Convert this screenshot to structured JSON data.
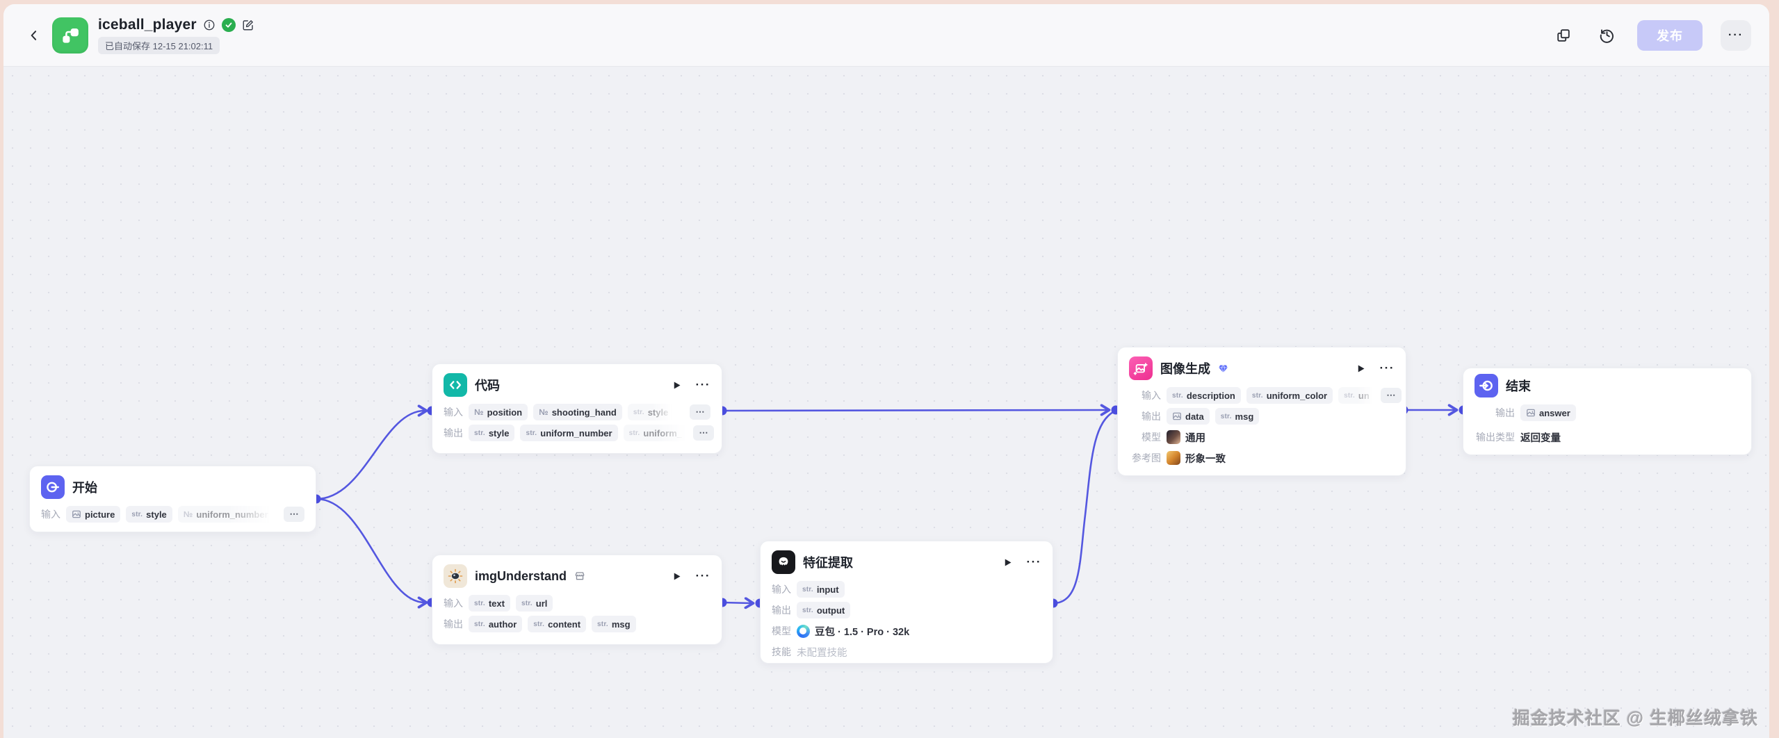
{
  "header": {
    "title": "iceball_player",
    "autosave": "已自动保存 12-15 21:02:11",
    "publish_label": "发布",
    "more_label": "···"
  },
  "watermark": "掘金技术社区 @ 生椰丝绒拿铁",
  "colors": {
    "accent_edge": "#5457e0",
    "port_dot": "#4c4fe1",
    "publish_bg": "#c7c9f8",
    "app_icon_green": "#41c463",
    "verified_green": "#2aae4f",
    "start_end_icon": "#5d63f0",
    "code_icon": "#12b8a8",
    "imagegen_icon": "#ee2f90",
    "feature_icon": "#17181c",
    "canvas_bg": "#f0f1f5",
    "frame_bg": "#f3ded6"
  },
  "icons": {
    "back": "chevron-left",
    "info": "info-circle",
    "verified": "check-circle",
    "edit": "pencil-square",
    "copy": "overlapping-squares",
    "history": "clock-history",
    "play": "play-triangle",
    "node_menu": "ellipsis",
    "gem_badge": "blue-diamond",
    "store_badge": "storefront",
    "image_type": "picture"
  },
  "nodes": [
    {
      "id": "start",
      "title": "开始",
      "rows": [
        {
          "label": "输入",
          "pills": [
            {
              "t": "img",
              "name": "picture"
            },
            {
              "t": "str.",
              "name": "style"
            },
            {
              "t": "№",
              "name": "uniform_number"
            }
          ],
          "more": "⋯"
        }
      ]
    },
    {
      "id": "code",
      "title": "代码",
      "rows": [
        {
          "label": "输入",
          "pills": [
            {
              "t": "№",
              "name": "position"
            },
            {
              "t": "№",
              "name": "shooting_hand"
            },
            {
              "t": "str.",
              "name": "style"
            }
          ],
          "more": "⋯"
        },
        {
          "label": "输出",
          "pills": [
            {
              "t": "str.",
              "name": "style"
            },
            {
              "t": "str.",
              "name": "uniform_number"
            },
            {
              "t": "str.",
              "name": "uniform_"
            }
          ],
          "more": "⋯"
        }
      ]
    },
    {
      "id": "imgUnderstand",
      "title": "imgUnderstand",
      "rows": [
        {
          "label": "输入",
          "pills": [
            {
              "t": "str.",
              "name": "text"
            },
            {
              "t": "str.",
              "name": "url"
            }
          ]
        },
        {
          "label": "输出",
          "pills": [
            {
              "t": "str.",
              "name": "author"
            },
            {
              "t": "str.",
              "name": "content"
            },
            {
              "t": "str.",
              "name": "msg"
            }
          ]
        }
      ]
    },
    {
      "id": "feature",
      "title": "特征提取",
      "rows": [
        {
          "label": "输入",
          "pills": [
            {
              "t": "str.",
              "name": "input"
            }
          ]
        },
        {
          "label": "输出",
          "pills": [
            {
              "t": "str.",
              "name": "output"
            }
          ]
        },
        {
          "label": "模型",
          "text": "豆包 · 1.5 · Pro · 32k"
        },
        {
          "label": "技能",
          "text": "未配置技能"
        }
      ]
    },
    {
      "id": "imagegen",
      "title": "图像生成",
      "rows": [
        {
          "label": "输入",
          "pills": [
            {
              "t": "str.",
              "name": "description"
            },
            {
              "t": "str.",
              "name": "uniform_color"
            },
            {
              "t": "str.",
              "name": "un"
            }
          ],
          "more": "⋯"
        },
        {
          "label": "输出",
          "pills": [
            {
              "t": "img",
              "name": "data"
            },
            {
              "t": "str.",
              "name": "msg"
            }
          ]
        },
        {
          "label": "模型",
          "text": "通用"
        },
        {
          "label": "参考图",
          "text": "形象一致"
        }
      ]
    },
    {
      "id": "end",
      "title": "结束",
      "rows": [
        {
          "label": "输出",
          "pills": [
            {
              "t": "img",
              "name": "answer"
            }
          ]
        },
        {
          "label": "输出类型",
          "text": "返回变量"
        }
      ]
    }
  ]
}
